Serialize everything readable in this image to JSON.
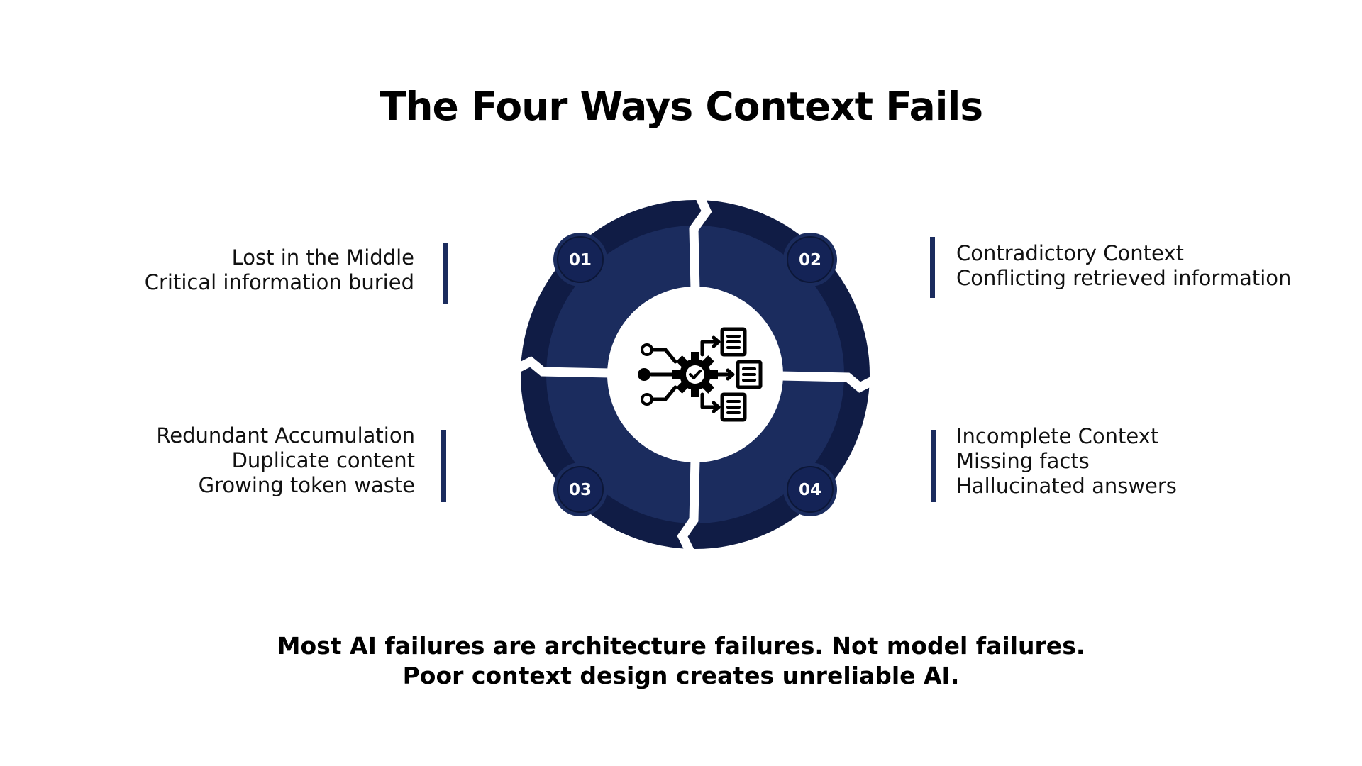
{
  "title": "The Four Ways Context Fails",
  "segments": [
    {
      "number": "01",
      "lines": [
        "Lost in the Middle",
        "Critical information buried"
      ]
    },
    {
      "number": "02",
      "lines": [
        "Contradictory Context",
        "Conflicting retrieved information"
      ]
    },
    {
      "number": "03",
      "lines": [
        "Redundant Accumulation",
        "Duplicate content",
        "Growing token waste"
      ]
    },
    {
      "number": "04",
      "lines": [
        "Incomplete Context",
        "Missing facts",
        "Hallucinated answers"
      ]
    }
  ],
  "center_icon": "workflow-gear-documents-icon",
  "footer": {
    "line1": "Most AI failures are architecture failures. Not model failures.",
    "line2": "Poor context design creates unreliable AI."
  },
  "colors": {
    "segment_outer": "#101c45",
    "segment_inner": "#1b2c5e",
    "badge": "#16265a",
    "accent_bar": "#1b2c5e",
    "background": "#ffffff"
  }
}
